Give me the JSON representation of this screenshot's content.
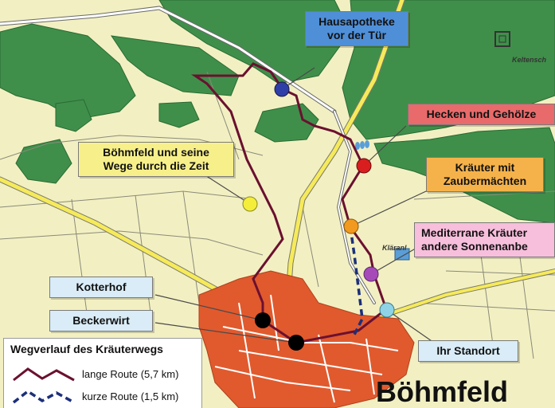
{
  "map": {
    "town_label": "Böhmfeld",
    "small_labels": {
      "keltenschanze": "Keltensch",
      "klaeranlage": "Kläranl"
    }
  },
  "stations": {
    "hausapotheke": "Hausapotheke\nvor der Tür",
    "hecken": "Hecken und Gehölze",
    "kraeuter_zauber": "Kräuter mit\nZaubermächten",
    "mediterrane": "Mediterrane Kräuter\nandere Sonnenanbe",
    "boehmfeld_wege": "Böhmfeld und seine\nWege durch die Zeit",
    "kotterhof": "Kotterhof",
    "beckerwirt": "Beckerwirt",
    "ihr_standort": "Ihr Standort"
  },
  "colors": {
    "blue": "#2f3fa8",
    "red": "#d81e1e",
    "orange": "#f29a1f",
    "purple": "#a54ab8",
    "yellow": "#f4ee3a",
    "cyan": "#8fd3e6",
    "black": "#000000",
    "long_route": "#6b1030",
    "short_route": "#1c2f7a"
  },
  "legend": {
    "title": "Wegverlauf des Kräuterwegs",
    "long_route": "lange Route (5,7 km)",
    "short_route": "kurze Route (1,5 km)"
  }
}
